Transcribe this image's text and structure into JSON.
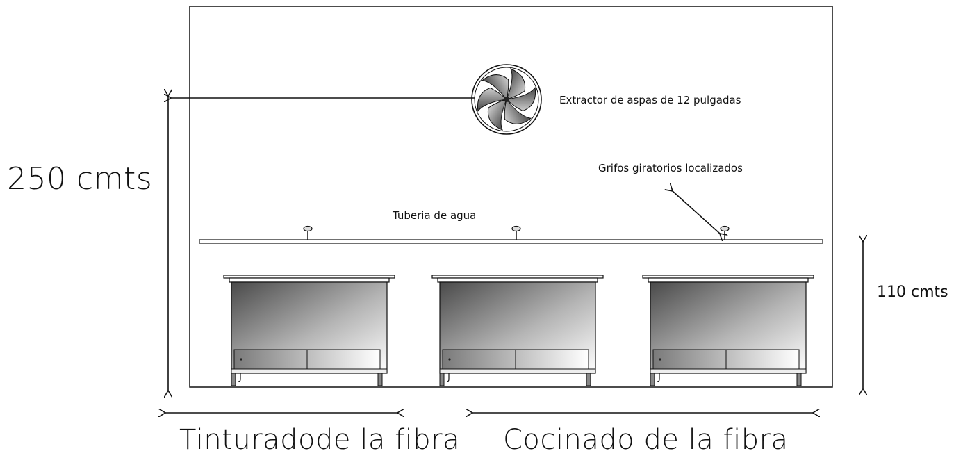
{
  "diagram": {
    "labels": {
      "height_total": "250 cmts",
      "height_tanks": "110 cmts",
      "extractor": "Extractor de aspas de 12 pulgadas",
      "faucets": "Grifos giratorios localizados",
      "pipe": "Tuberia de agua",
      "dyeing": "Tinturadode la fibra",
      "cooking": "Cocinado de la fibra"
    },
    "counts": {
      "tanks": 3,
      "faucets": 3,
      "fan_blades": 6
    },
    "colors": {
      "line": "#111111",
      "tank_dark": "#5a5a5a",
      "tank_light": "#ffffff",
      "fan_dark": "#3a3a3a"
    }
  }
}
